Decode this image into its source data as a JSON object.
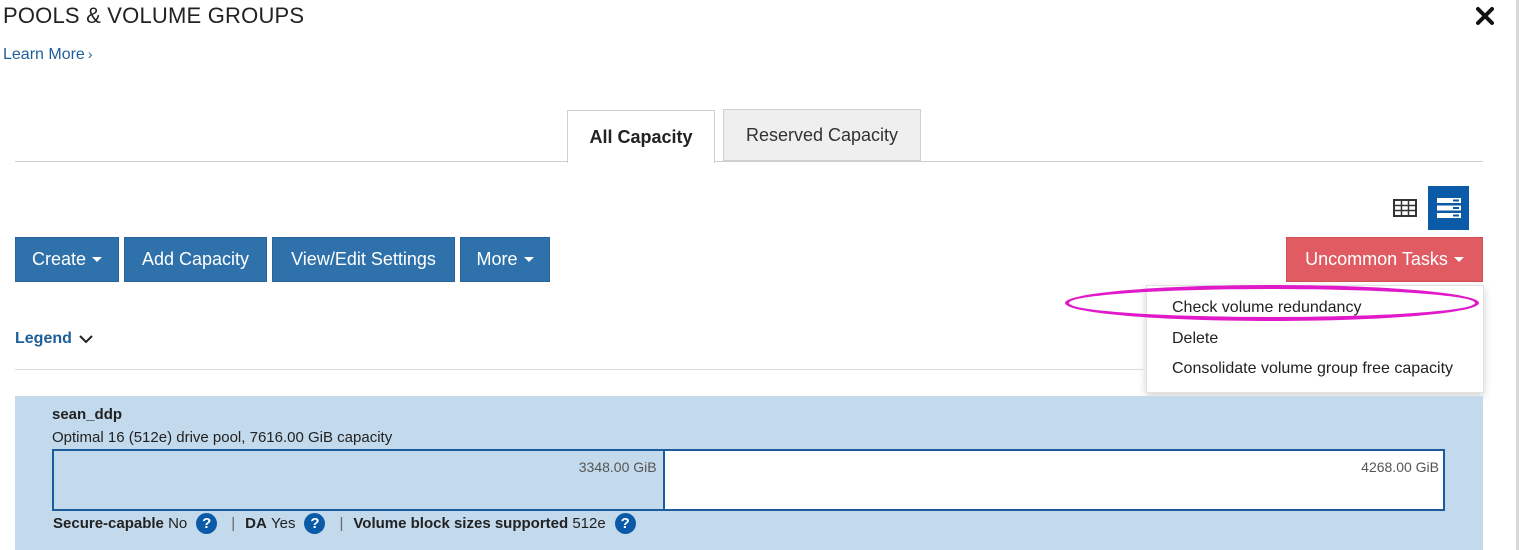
{
  "header": {
    "title": "POOLS & VOLUME GROUPS",
    "learn_more": "Learn More",
    "learn_more_chevron": "›",
    "close_icon": "close-icon"
  },
  "tabs": [
    {
      "label": "All Capacity",
      "active": true
    },
    {
      "label": "Reserved Capacity",
      "active": false
    }
  ],
  "view_toggle": {
    "grid_icon": "table-view-icon",
    "list_icon": "list-view-icon",
    "active": "list"
  },
  "toolbar": {
    "create": "Create",
    "add_capacity": "Add Capacity",
    "view_edit_settings": "View/Edit Settings",
    "more": "More",
    "uncommon_tasks": "Uncommon Tasks"
  },
  "uncommon_menu": {
    "items": [
      "Check volume redundancy",
      "Delete",
      "Consolidate volume group free capacity"
    ],
    "highlighted_item": "Check volume redundancy"
  },
  "legend": {
    "label": "Legend"
  },
  "pool": {
    "name": "sean_ddp",
    "description": "Optimal 16 (512e) drive pool, 7616.00 GiB capacity",
    "used_label": "3348.00 GiB",
    "free_label": "4268.00 GiB",
    "used_fraction": 0.4396,
    "properties": {
      "secure_capable_label": "Secure-capable",
      "secure_capable_value": "No",
      "da_label": "DA",
      "da_value": "Yes",
      "block_sizes_label": "Volume block sizes supported",
      "block_sizes_value": "512e",
      "separator": "|",
      "help": "?"
    }
  },
  "colors": {
    "primary_button": "#2f72ab",
    "uncommon_button": "#e05c62",
    "pool_background": "#c3d9ec",
    "bar_border": "#1b5c9c",
    "highlight_ellipse": "#e01ac9",
    "link": "#1f5f99"
  }
}
